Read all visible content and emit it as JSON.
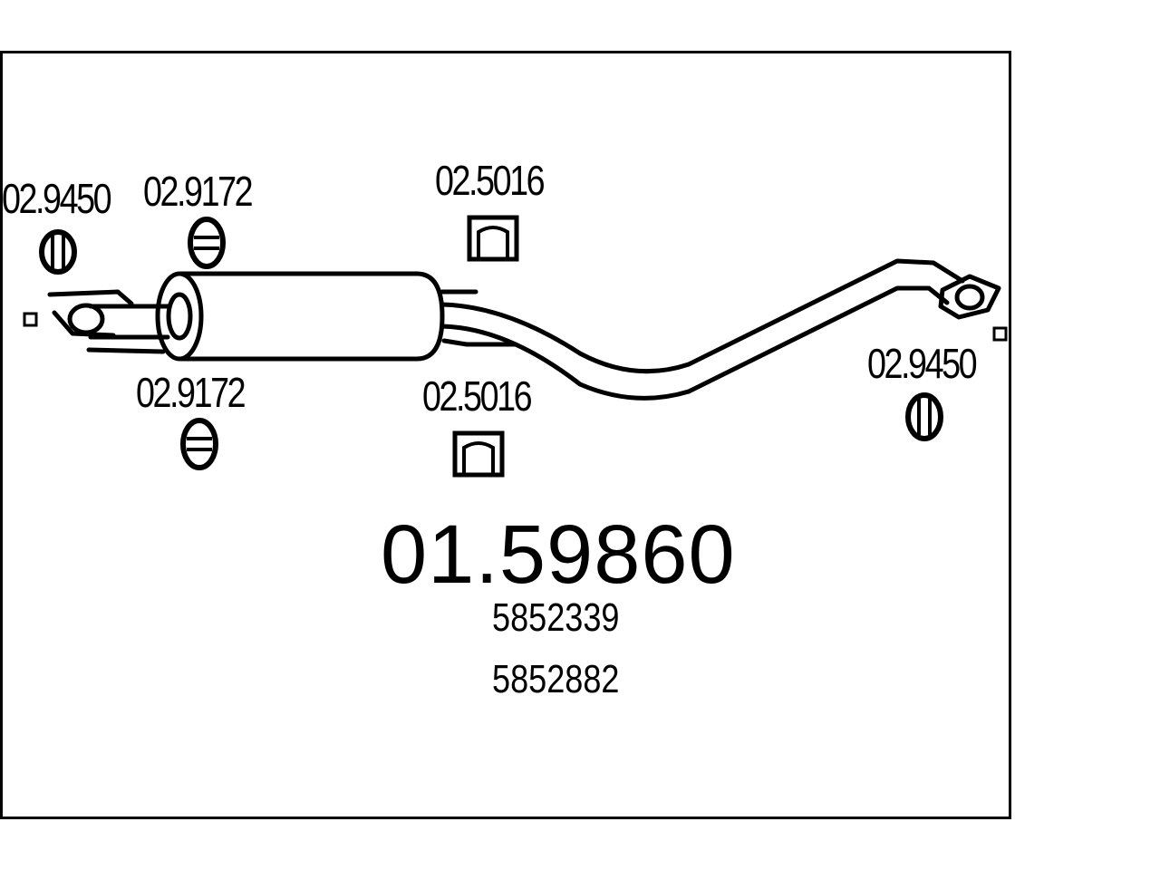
{
  "diagram": {
    "main_part_number": "01.59860",
    "oem_numbers": [
      "5852339",
      "5852882"
    ],
    "accessory_labels": {
      "rubber_ring_left": "02.9450",
      "hanger_top_left": "02.9172",
      "clamp_top": "02.5016",
      "hanger_bottom_left": "02.9172",
      "clamp_bottom": "02.5016",
      "rubber_ring_right": "02.9450"
    }
  }
}
